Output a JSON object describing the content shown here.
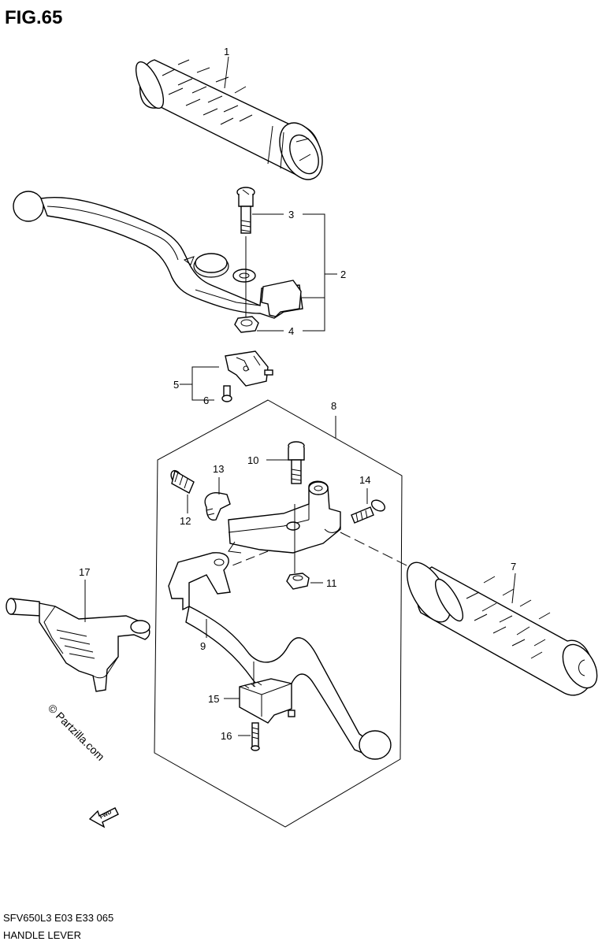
{
  "figure": {
    "title": "FIG.65"
  },
  "callouts": [
    {
      "id": "c1",
      "label": "1"
    },
    {
      "id": "c2",
      "label": "2"
    },
    {
      "id": "c3",
      "label": "3"
    },
    {
      "id": "c4",
      "label": "4"
    },
    {
      "id": "c5",
      "label": "5"
    },
    {
      "id": "c6",
      "label": "6"
    },
    {
      "id": "c7",
      "label": "7"
    },
    {
      "id": "c8",
      "label": "8"
    },
    {
      "id": "c9",
      "label": "9"
    },
    {
      "id": "c10",
      "label": "10"
    },
    {
      "id": "c11",
      "label": "11"
    },
    {
      "id": "c12",
      "label": "12"
    },
    {
      "id": "c13",
      "label": "13"
    },
    {
      "id": "c14",
      "label": "14"
    },
    {
      "id": "c15",
      "label": "15"
    },
    {
      "id": "c16",
      "label": "16"
    },
    {
      "id": "c17",
      "label": "17"
    }
  ],
  "watermark": "© Partzilla.com",
  "fwd_label": "FWD",
  "footer": {
    "code": "SFV650L3  E03  E33  065",
    "name": "HANDLE LEVER"
  }
}
